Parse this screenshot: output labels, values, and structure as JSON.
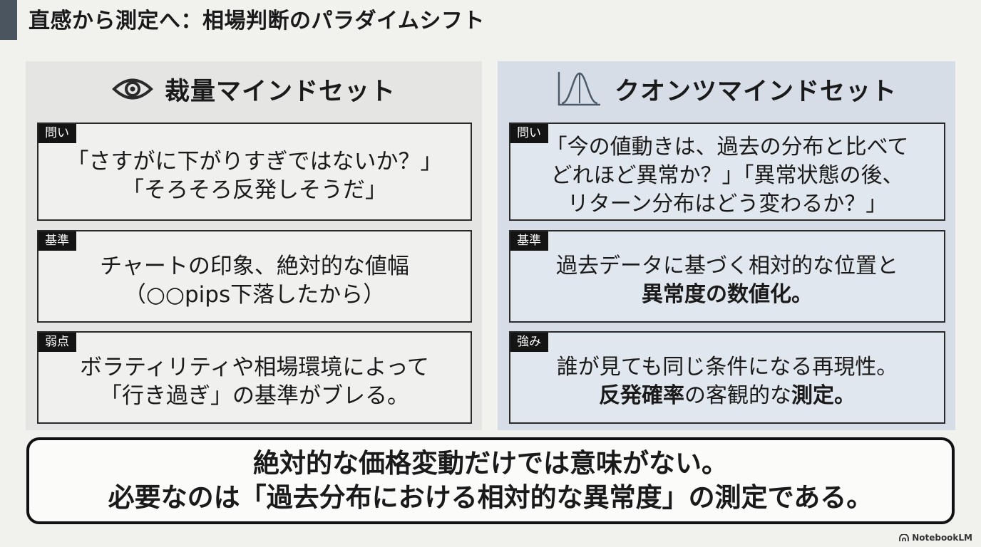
{
  "page": {
    "title": "直感から測定へ：相場判断のパラダイムシフト"
  },
  "left_panel": {
    "title": "裁量マインドセット",
    "icon": "eye-icon",
    "cards": [
      {
        "tag": "問い",
        "lines": [
          "「さすがに下がりすぎではないか？」",
          "「そろそろ反発しそうだ」"
        ]
      },
      {
        "tag": "基準",
        "lines": [
          "チャートの印象、絶対的な値幅",
          "（○○pips下落したから）"
        ]
      },
      {
        "tag": "弱点",
        "lines": [
          "ボラティリティや相場環境によって",
          "「行き過ぎ」の基準がブレる。"
        ]
      }
    ]
  },
  "right_panel": {
    "title": "クオンツマインドセット",
    "icon": "distribution-curve-icon",
    "cards": [
      {
        "tag": "問い",
        "lines": [
          "「今の値動きは、過去の分布と比べて",
          "どれほど異常か？」「異常状態の後、",
          "リターン分布はどう変わるか？」"
        ]
      },
      {
        "tag": "基準",
        "line1": "過去データに基づく相対的な位置と",
        "line2": "異常度の数値化。"
      },
      {
        "tag": "強み",
        "line1": "誰が見ても同じ条件になる再現性。",
        "line2_bold_a": "反発確率",
        "line2_normal": "の客観的な",
        "line2_bold_b": "測定。"
      }
    ]
  },
  "conclusion": {
    "line1": "絶対的な価格変動だけでは意味がない。",
    "line2": "必要なのは「過去分布における相対的な異常度」の測定である。"
  },
  "watermark": {
    "label": "NotebookLM",
    "icon": "notebooklm-logo-icon"
  },
  "colors": {
    "left_panel_bg": "#e5e5e3",
    "right_panel_bg": "#d6dde6",
    "tag_bg": "#141414",
    "accent_bar": "#4a5560"
  }
}
